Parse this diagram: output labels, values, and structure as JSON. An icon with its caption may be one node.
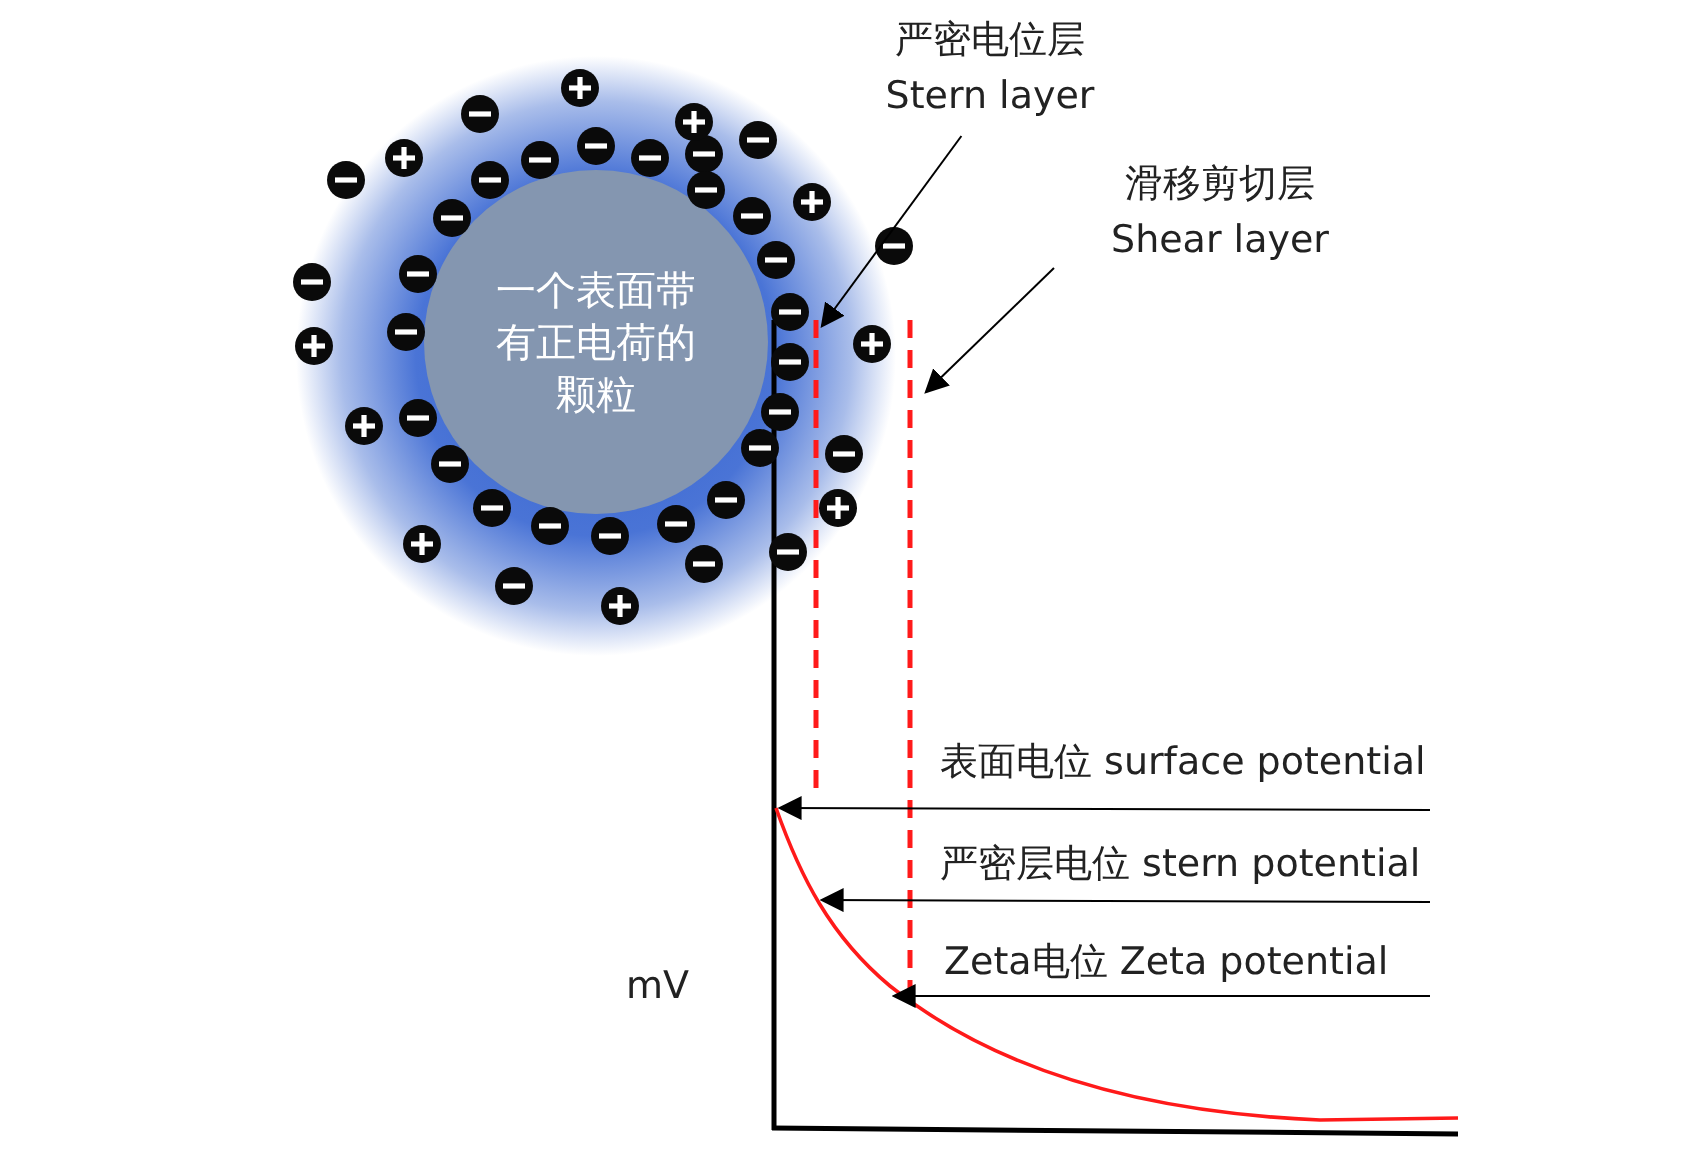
{
  "diagram": {
    "nodes": [
      {
        "text": [
          "一个表面带有正电荷的颗粒"
        ]
      },
      {
        "text": [
          "严密电位层",
          "Stern layer"
        ]
      },
      {
        "text": [],
        "shape": "line"
      },
      {
        "text": [
          "滑移剪切层",
          "Shear layer"
        ]
      },
      {
        "text": [],
        "shape": "line"
      },
      {
        "text": [],
        "shape": "curve"
      }
    ],
    "edges": [
      {
        "from": 1,
        "to": 2,
        "arrow": "to"
      },
      {
        "from": 3,
        "to": 4,
        "arrow": "to"
      },
      {
        "from": null,
        "to": 5,
        "arrow": "to",
        "label": "表面电位  surface potential"
      },
      {
        "from": null,
        "to": 5,
        "arrow": "to",
        "label": "严密层电位  stern potential"
      },
      {
        "from": null,
        "to": 5,
        "arrow": "to",
        "label": "Zeta电位  Zeta potential"
      }
    ],
    "labels": [
      "mV"
    ]
  }
}
